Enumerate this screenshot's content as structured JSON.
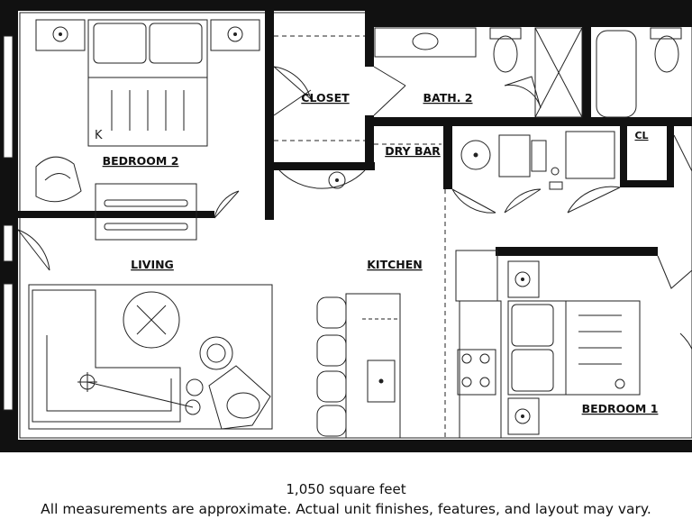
{
  "rooms": {
    "bedroom2": "BEDROOM 2",
    "closet": "CLOSET",
    "bath2": "BATH. 2",
    "dry_bar": "DRY BAR",
    "cl": "CL",
    "living": "LIVING",
    "kitchen": "KITCHEN",
    "bedroom1": "BEDROOM 1"
  },
  "bed_marker": "K",
  "caption": {
    "area": "1,050 square feet",
    "disclaimer": "All measurements are approximate. Actual unit finishes, features, and layout may vary."
  },
  "colors": {
    "wall": "#111111",
    "line": "#222222",
    "background": "#ffffff"
  }
}
